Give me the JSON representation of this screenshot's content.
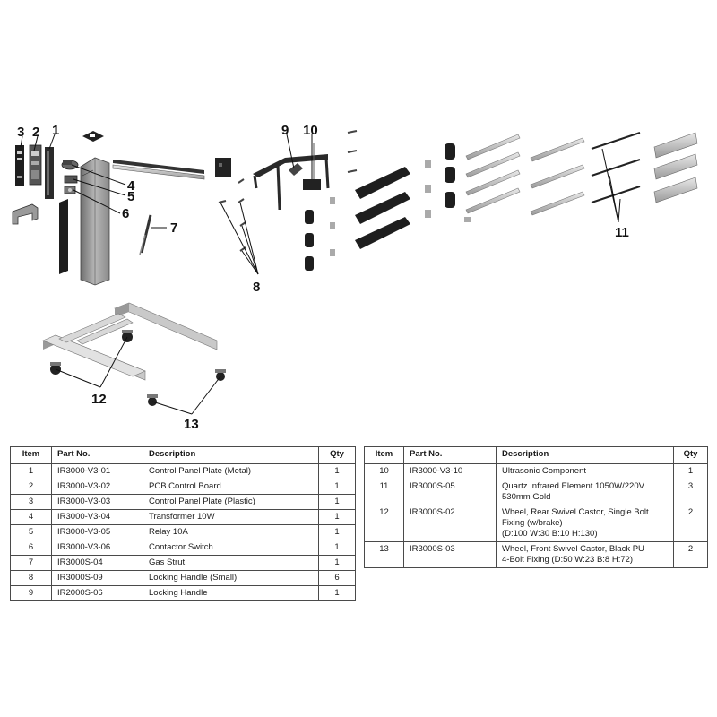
{
  "callouts": [
    "1",
    "2",
    "3",
    "4",
    "5",
    "6",
    "7",
    "8",
    "9",
    "10",
    "11",
    "12",
    "13"
  ],
  "colors": {
    "dark": "#2a2a2a",
    "mid": "#8a8a8a",
    "light": "#d6d6d6",
    "line": "#111111"
  },
  "table": {
    "headers": {
      "item": "Item",
      "part": "Part No.",
      "desc": "Description",
      "qty": "Qty"
    },
    "left_rows": [
      {
        "item": "1",
        "part": "IR3000-V3-01",
        "desc": "Control Panel Plate (Metal)",
        "qty": "1"
      },
      {
        "item": "2",
        "part": "IR3000-V3-02",
        "desc": "PCB Control Board",
        "qty": "1"
      },
      {
        "item": "3",
        "part": "IR3000-V3-03",
        "desc": "Control Panel Plate (Plastic)",
        "qty": "1"
      },
      {
        "item": "4",
        "part": "IR3000-V3-04",
        "desc": "Transformer 10W",
        "qty": "1"
      },
      {
        "item": "5",
        "part": "IR3000-V3-05",
        "desc": "Relay 10A",
        "qty": "1"
      },
      {
        "item": "6",
        "part": "IR3000-V3-06",
        "desc": "Contactor Switch",
        "qty": "1"
      },
      {
        "item": "7",
        "part": "IR3000S-04",
        "desc": "Gas Strut",
        "qty": "1"
      },
      {
        "item": "8",
        "part": "IR3000S-09",
        "desc": "Locking Handle (Small)",
        "qty": "6"
      },
      {
        "item": "9",
        "part": "IR2000S-06",
        "desc": "Locking Handle",
        "qty": "1"
      }
    ],
    "right_rows": [
      {
        "item": "10",
        "part": "IR3000-V3-10",
        "desc": "Ultrasonic Component",
        "qty": "1"
      },
      {
        "item": "11",
        "part": "IR3000S-05",
        "desc": "Quartz Infrared Element 1050W/220V\n530mm Gold",
        "qty": "3"
      },
      {
        "item": "12",
        "part": "IR3000S-02",
        "desc": "Wheel, Rear Swivel Castor, Single Bolt\nFixing (w/brake)\n(D:100 W:30 B:10 H:130)",
        "qty": "2"
      },
      {
        "item": "13",
        "part": "IR3000S-03",
        "desc": "Wheel, Front Swivel Castor, Black PU\n4-Bolt Fixing (D:50 W:23 B:8 H:72)",
        "qty": "2"
      }
    ]
  }
}
